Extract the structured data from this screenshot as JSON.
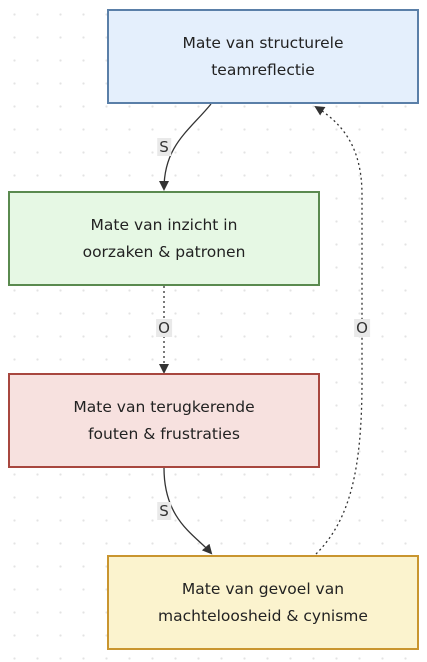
{
  "nodes": {
    "teamreflectie": {
      "label": "Mate van structurele\nteamreflectie",
      "fill": "#e4effc",
      "border": "#5a7fa8"
    },
    "inzicht": {
      "label": "Mate van inzicht in\noorzaken & patronen",
      "fill": "#e6f8e4",
      "border": "#5a8a4f"
    },
    "fouten": {
      "label": "Mate van terugkerende\nfouten & frustraties",
      "fill": "#f7e1df",
      "border": "#a8473f"
    },
    "machteloosheid": {
      "label": "Mate van gevoel van\nmachteloosheid & cynisme",
      "fill": "#fbf3ce",
      "border": "#c9952f"
    }
  },
  "edges": [
    {
      "from": "teamreflectie",
      "to": "inzicht",
      "label": "S",
      "style": "solid"
    },
    {
      "from": "inzicht",
      "to": "fouten",
      "label": "O",
      "style": "dotted"
    },
    {
      "from": "fouten",
      "to": "machteloosheid",
      "label": "S",
      "style": "solid"
    },
    {
      "from": "machteloosheid",
      "to": "teamreflectie",
      "label": "O",
      "style": "dotted"
    }
  ],
  "colors": {
    "edge": "#333333",
    "edge_label_bg": "#e9e9e9"
  }
}
